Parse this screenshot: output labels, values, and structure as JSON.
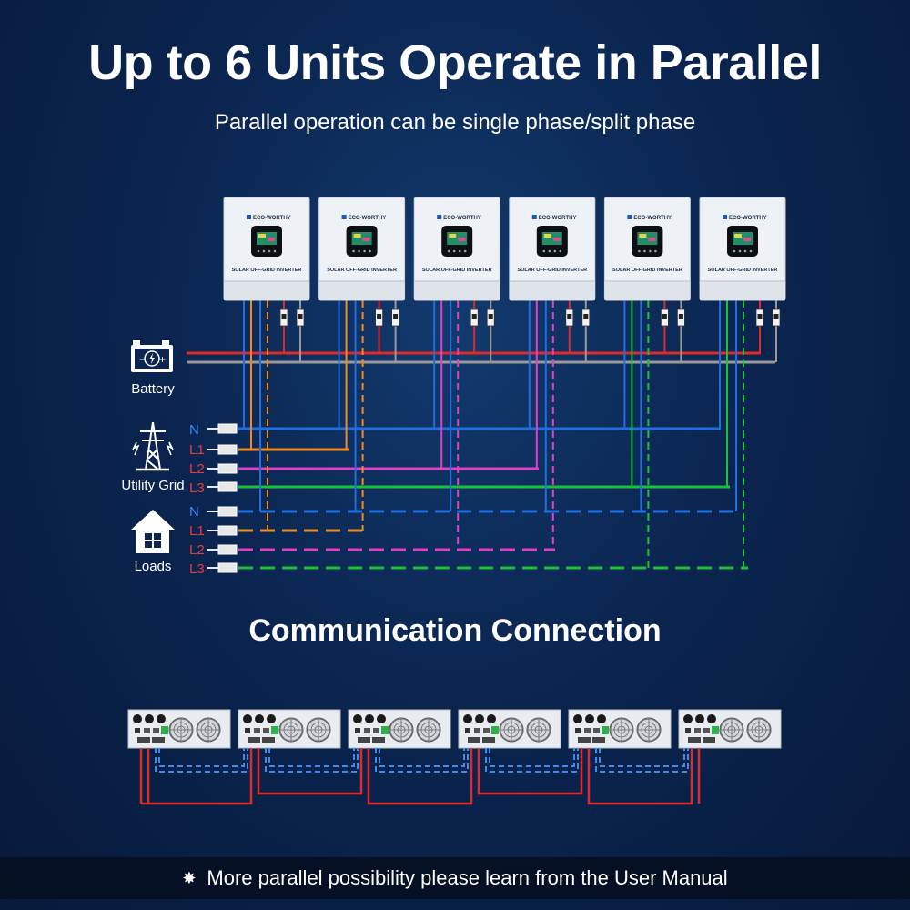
{
  "title": "Up to 6 Units Operate in Parallel",
  "subtitle": "Parallel operation can be single phase/split phase",
  "inverter": {
    "brand": "ECO-WORTHY",
    "model_label": "SOLAR OFF-GRID INVERTER",
    "count": 6
  },
  "sources": {
    "battery_label": "Battery",
    "grid_label": "Utility Grid",
    "loads_label": "Loads"
  },
  "phase_labels": {
    "n": "N",
    "l1": "L1",
    "l2": "L2",
    "l3": "L3"
  },
  "colors": {
    "N": "#1f6fe0",
    "L1": "#f08a24",
    "L2": "#e23fc7",
    "L3": "#19c13a",
    "battery_pos": "#e02a2a",
    "battery_neg": "#9a9a9a",
    "comm_red": "#e02a2a",
    "comm_blue": "#3a8cf0"
  },
  "communication_title": "Communication Connection",
  "footer": {
    "star": "✸",
    "note": "More parallel possibility please learn from the User Manual"
  }
}
